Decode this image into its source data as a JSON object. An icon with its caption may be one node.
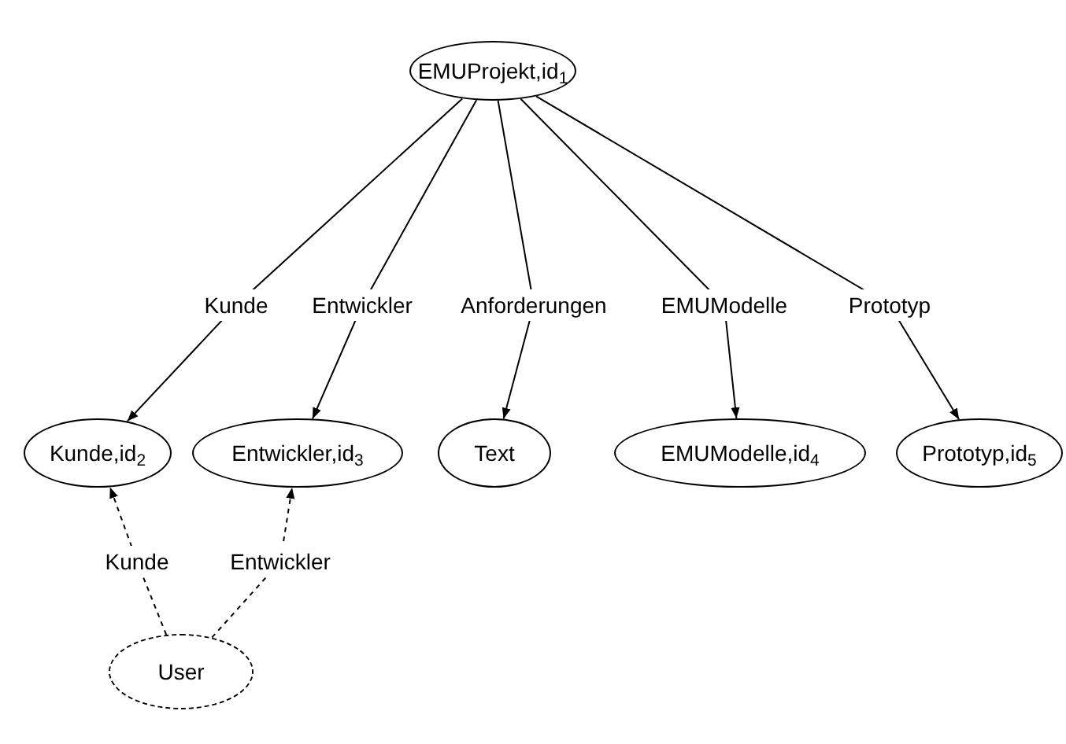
{
  "diagram": {
    "nodes": [
      {
        "text": [
          "EMUProjekt,id$_{1}$"
        ]
      },
      {
        "text": [
          "Kunde,id$_{2}$"
        ]
      },
      {
        "text": [
          "Entwickler,id$_{3}$"
        ]
      },
      {
        "text": [
          "Text"
        ]
      },
      {
        "text": [
          "EMUModelle,id$_{4}$"
        ]
      },
      {
        "text": [
          "Prototyp,id$_{5}$"
        ]
      },
      {
        "text": [
          "User"
        ]
      }
    ],
    "edges": [
      {
        "from": 0,
        "to": 1,
        "arrow": "to",
        "label": "Kunde"
      },
      {
        "from": 0,
        "to": 2,
        "arrow": "to",
        "label": "Entwickler"
      },
      {
        "from": 0,
        "to": 3,
        "arrow": "to",
        "label": "Anforderungen"
      },
      {
        "from": 0,
        "to": 4,
        "arrow": "to",
        "label": "EMUModelle"
      },
      {
        "from": 0,
        "to": 5,
        "arrow": "to",
        "label": "Prototyp"
      },
      {
        "from": 6,
        "to": 1,
        "arrow": "to",
        "label": "Kunde",
        "style": "dashed"
      },
      {
        "from": 6,
        "to": 2,
        "arrow": "to",
        "label": "Entwickler",
        "style": "dashed"
      }
    ]
  }
}
